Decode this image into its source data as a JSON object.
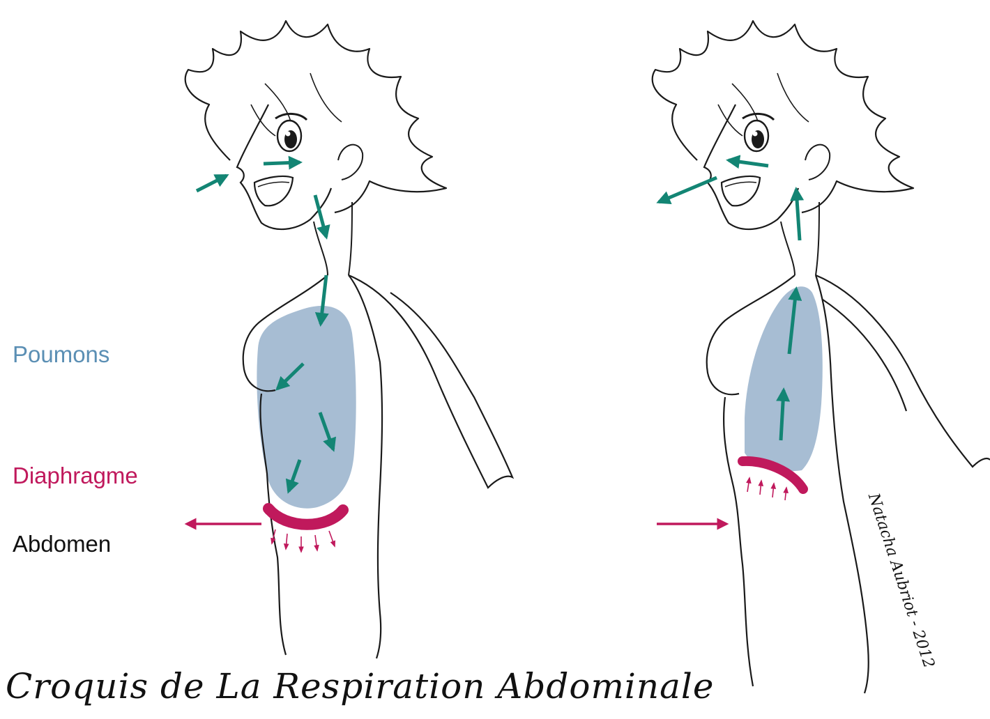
{
  "labels": {
    "lungs": "Poumons",
    "diaphragm": "Diaphragme",
    "abdomen": "Abdomen"
  },
  "caption": "Croquis de La Respiration Abdominale",
  "signature": "Natacha Aubriot - 2012",
  "colors": {
    "lungs": "#a7bdd3",
    "lungs_label": "#5b8fb4",
    "diaphragm": "#c0195c",
    "arrows": "#138574",
    "lines": "#1a1a1a"
  }
}
